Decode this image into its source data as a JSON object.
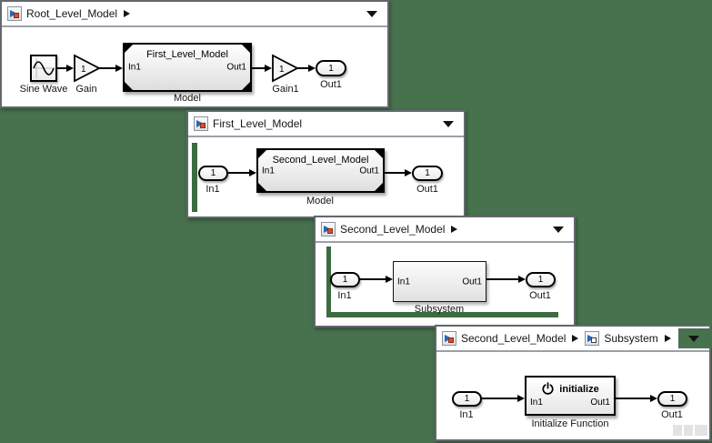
{
  "colors": {
    "background": "#47724d",
    "model_highlight_bar": "#3c6b40",
    "breadcrumb_redaction": "#47724d",
    "block_border": "#000000"
  },
  "windows": {
    "root": {
      "breadcrumb": {
        "model": "Root_Level_Model"
      },
      "sine": {
        "label": "Sine Wave"
      },
      "gain": {
        "value": "1",
        "label": "Gain"
      },
      "model": {
        "title": "First_Level_Model",
        "in": "In1",
        "out": "Out1",
        "label": "Model"
      },
      "gain1": {
        "value": "1",
        "label": "Gain1"
      },
      "out1": {
        "value": "1",
        "label": "Out1"
      }
    },
    "first": {
      "breadcrumb": {
        "model": "First_Level_Model"
      },
      "in1": {
        "value": "1",
        "label": "In1"
      },
      "model": {
        "title": "Second_Level_Model",
        "in": "In1",
        "out": "Out1",
        "label": "Model"
      },
      "out1": {
        "value": "1",
        "label": "Out1"
      }
    },
    "second": {
      "breadcrumb": {
        "model": "Second_Level_Model"
      },
      "in1": {
        "value": "1",
        "label": "In1"
      },
      "subsystem": {
        "in": "In1",
        "out": "Out1",
        "label": "Subsystem"
      },
      "out1": {
        "value": "1",
        "label": "Out1"
      }
    },
    "subsys": {
      "breadcrumb": {
        "model": "Second_Level_Model",
        "subsystem": "Subsystem"
      },
      "in1": {
        "value": "1",
        "label": "In1"
      },
      "init": {
        "title": "initialize",
        "in": "In1",
        "out": "Out1",
        "label": "Initialize Function"
      },
      "out1": {
        "value": "1",
        "label": "Out1"
      }
    }
  }
}
